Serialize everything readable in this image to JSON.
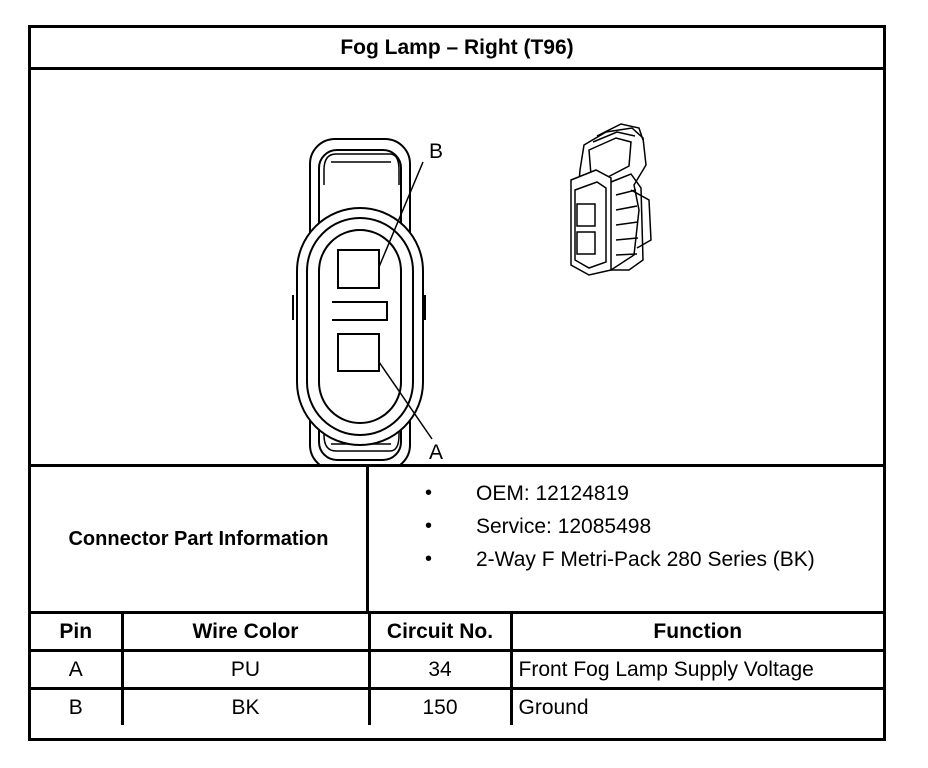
{
  "title": "Fog Lamp – Right (T96)",
  "diagram": {
    "pin_labels": {
      "top": "B",
      "bottom": "A"
    }
  },
  "connector_info": {
    "label": "Connector Part Information",
    "items": [
      "OEM: 12124819",
      "Service: 12085498",
      "2-Way F Metri-Pack 280 Series (BK)"
    ],
    "bullet": "•"
  },
  "pin_table": {
    "headers": [
      "Pin",
      "Wire Color",
      "Circuit No.",
      "Function"
    ],
    "rows": [
      [
        "A",
        "PU",
        "34",
        "Front Fog Lamp Supply Voltage"
      ],
      [
        "B",
        "BK",
        "150",
        "Ground"
      ]
    ]
  }
}
